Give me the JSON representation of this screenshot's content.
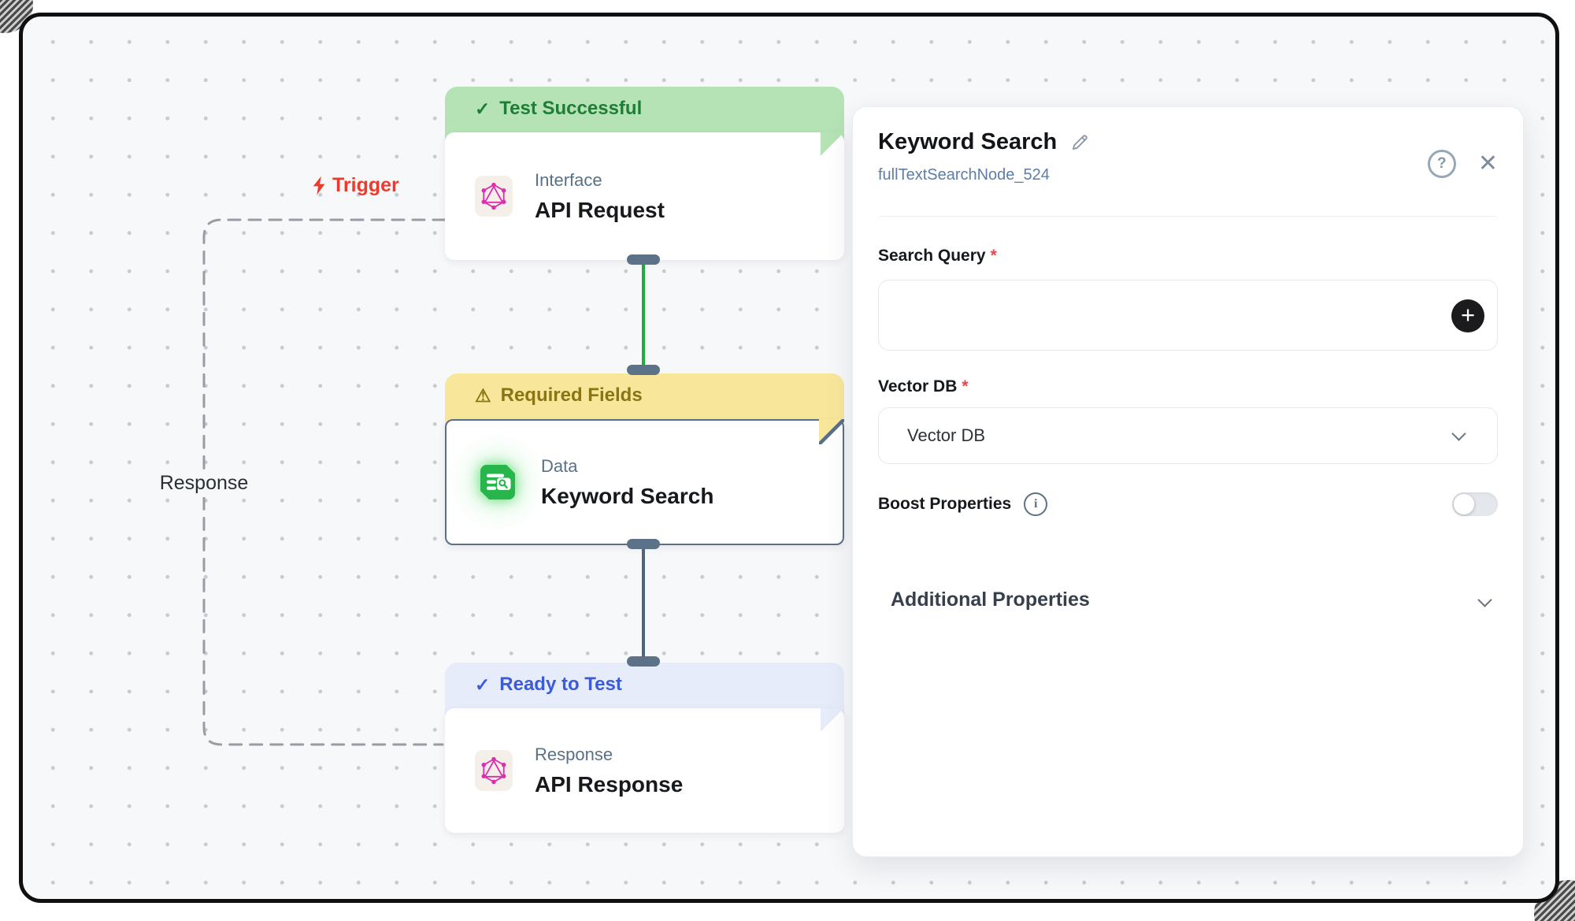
{
  "canvas": {
    "trigger": {
      "label": "Trigger"
    },
    "loop_label": "Response",
    "nodes": [
      {
        "status": "Test Successful",
        "status_glyph": "✓",
        "category": "Interface",
        "title": "API Request",
        "icon": "graphql-icon"
      },
      {
        "status": "Required Fields",
        "status_glyph": "⚠",
        "category": "Data",
        "title": "Keyword Search",
        "icon": "list-search-icon"
      },
      {
        "status": "Ready to Test",
        "status_glyph": "✓",
        "category": "Response",
        "title": "API Response",
        "icon": "graphql-icon"
      }
    ]
  },
  "panel": {
    "title": "Keyword Search",
    "node_id": "fullTextSearchNode_524",
    "help_glyph": "?",
    "close_glyph": "✕",
    "search_query": {
      "label": "Search Query",
      "required_marker": "*",
      "value": "",
      "placeholder": "",
      "add_glyph": "+"
    },
    "vector_db": {
      "label": "Vector DB",
      "required_marker": "*",
      "selected_option": "Vector DB"
    },
    "boost_properties": {
      "label": "Boost Properties",
      "info_glyph": "i",
      "enabled": false
    },
    "additional_properties": {
      "label": "Additional Properties",
      "state": "collapsed"
    }
  },
  "colors": {
    "canvas_bg": "#f7f8fa",
    "banner_success_bg": "#b6e3b6",
    "banner_success_text": "#1f7d36",
    "banner_warning_bg": "#f8e79b",
    "banner_warning_text": "#8a7514",
    "banner_ready_bg": "#e7ecfa",
    "banner_ready_text": "#3c5bd7",
    "trigger_red": "#ee3a2c",
    "graphql_pink": "#da2fae",
    "search_icon_green": "#28b54c",
    "connection_green": "#1fae3d",
    "connection_slate": "#50657a",
    "handle_slate": "#5b7289",
    "selected_border": "#5a7086",
    "node_id_blue": "#5d7ea6",
    "required_red": "#e5484d"
  }
}
